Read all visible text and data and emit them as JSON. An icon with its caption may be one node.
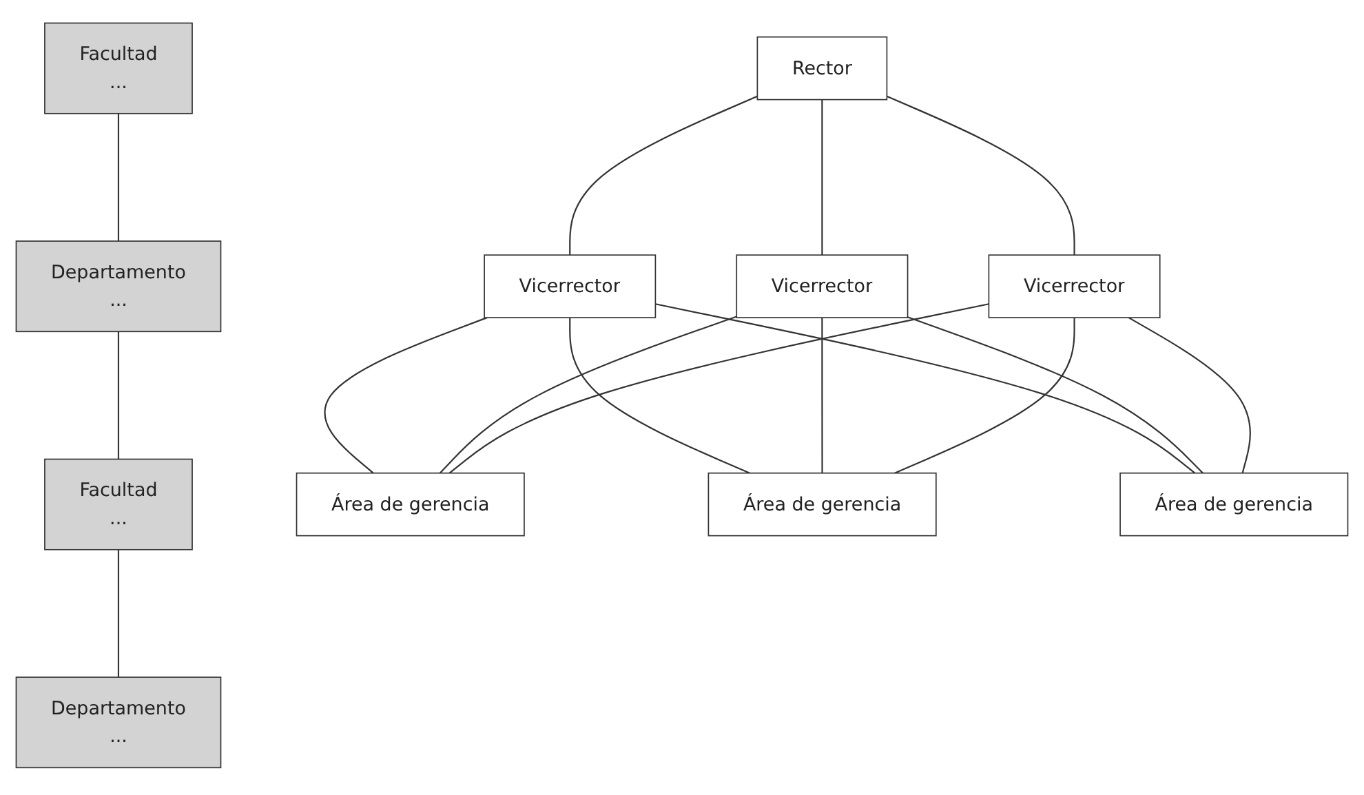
{
  "diagram": {
    "nodes": [
      {
        "text": [
          "Rector"
        ]
      },
      {
        "text": [
          "Vicerrector"
        ]
      },
      {
        "text": [
          "Vicerrector"
        ]
      },
      {
        "text": [
          "Vicerrector"
        ]
      },
      {
        "text": [
          "Facultad",
          "..."
        ]
      },
      {
        "text": [
          "Departamento",
          "..."
        ]
      },
      {
        "text": [
          "Facultad",
          "..."
        ]
      },
      {
        "text": [
          "Departamento",
          "..."
        ]
      },
      {
        "text": [
          "Área de gerencia"
        ]
      },
      {
        "text": [
          "Área de gerencia"
        ]
      },
      {
        "text": [
          "Área de gerencia"
        ]
      }
    ],
    "edges": [
      {
        "from": 0,
        "to": 1,
        "arrow": "none"
      },
      {
        "from": 0,
        "to": 2,
        "arrow": "none"
      },
      {
        "from": 0,
        "to": 3,
        "arrow": "none"
      },
      {
        "from": 1,
        "to": 8,
        "arrow": "none"
      },
      {
        "from": 1,
        "to": 9,
        "arrow": "none"
      },
      {
        "from": 1,
        "to": 10,
        "arrow": "none"
      },
      {
        "from": 2,
        "to": 8,
        "arrow": "none"
      },
      {
        "from": 2,
        "to": 9,
        "arrow": "none"
      },
      {
        "from": 2,
        "to": 10,
        "arrow": "none"
      },
      {
        "from": 3,
        "to": 8,
        "arrow": "none"
      },
      {
        "from": 3,
        "to": 9,
        "arrow": "none"
      },
      {
        "from": 3,
        "to": 10,
        "arrow": "none"
      },
      {
        "from": 4,
        "to": 5,
        "arrow": "none"
      },
      {
        "from": 5,
        "to": 6,
        "arrow": "none"
      },
      {
        "from": 6,
        "to": 7,
        "arrow": "none"
      }
    ]
  }
}
